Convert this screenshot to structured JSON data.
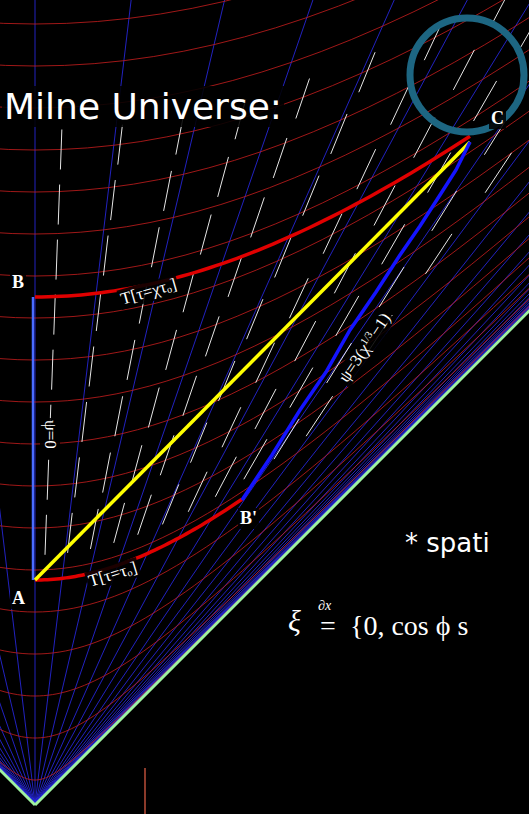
{
  "diagram": {
    "title": "Milne Universe:",
    "labels": [
      "B",
      "T[τ=χτₒ]",
      "ψ=3(χ",
      "1/3",
      "−1)",
      "C",
      "ψ=0",
      "B'",
      "* spati",
      "A",
      "T[τ=τₒ]",
      "ξ",
      "∂x",
      "=",
      "{0, cos ϕ s"
    ]
  }
}
